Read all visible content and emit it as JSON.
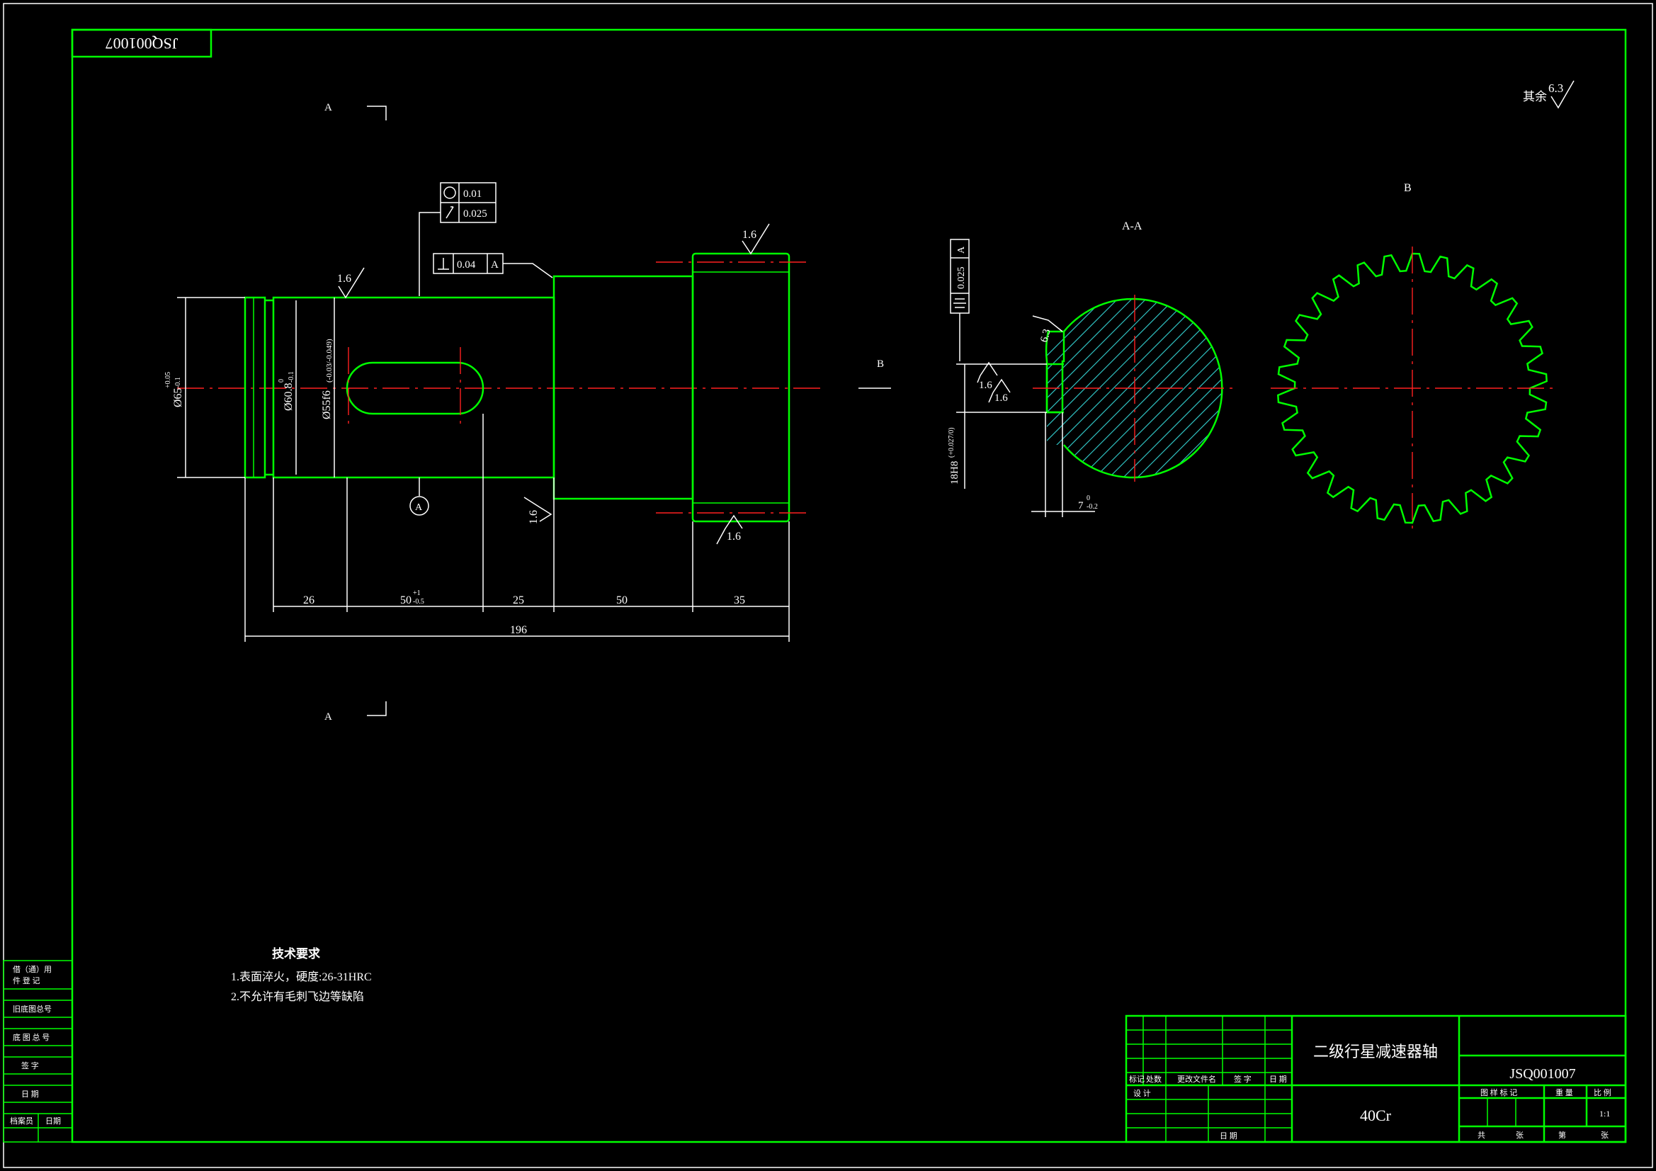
{
  "drawing": {
    "code_mirror": "JSQ001007",
    "section_a_label": "A",
    "section_b_label": "B",
    "view_aa_title": "A-A",
    "view_b_title": "B",
    "roughness_rest_label": "其余",
    "roughness_rest_value": "6.3"
  },
  "dimensions": {
    "phi65": "Ø65",
    "phi65_tol_up": "+0.05",
    "phi65_tol_low": "-0.1",
    "phi608": "Ø60.8",
    "phi608_tol_up": "0",
    "phi608_tol_low": "-0.1",
    "phi55": "Ø55f6",
    "phi55_tol": "(-0.03/-0.049)",
    "len_26": "26",
    "len_50a": "50",
    "len_50a_tol_up": "+1",
    "len_50a_tol_low": "-0.5",
    "len_25": "25",
    "len_50b": "50",
    "len_35": "35",
    "len_total": "196",
    "key_depth": "18H8",
    "key_depth_tol": "(+0.027/0)",
    "key_width": "7",
    "key_width_tol_up": "0",
    "key_width_tol_low": "-0.2"
  },
  "tolerances": {
    "roundness_value": "0.01",
    "runout_value": "0.025",
    "perpendicularity_value": "0.04",
    "perpendicularity_datum": "A",
    "symmetry_value": "0.025",
    "symmetry_datum": "A",
    "datum_label": "A"
  },
  "roughness": {
    "r1": "1.6",
    "r2": "1.6",
    "r3": "1.6",
    "r4": "1.6",
    "r5": "1.6",
    "r6": "1.6",
    "r7": "6.3"
  },
  "notes": {
    "title": "技术要求",
    "line1": "1.表面淬火，硬度:26-31HRC",
    "line2": "2.不允许有毛刺飞边等缺陷"
  },
  "title_block": {
    "part_name": "二级行星减速器轴",
    "drawing_no": "JSQ001007",
    "material": "40Cr",
    "h_mark": "标记",
    "h_count": "处数",
    "h_doc": "更改文件名",
    "h_sign": "签 字",
    "h_date": "日 期",
    "design": "设 计",
    "date2": "日 期",
    "stage": "图 样 标 记",
    "weight": "重 量",
    "scale_label": "比 例",
    "scale": "1:1",
    "total": "共",
    "sheets": "张",
    "sheet_no": "第",
    "sheet_unit": "张"
  },
  "side_block": {
    "c1": "借（通）用",
    "c1b": "件 登 记",
    "c2": "旧底图总号",
    "c3": "底 图 总 号",
    "c4": "签 字",
    "c5": "日 期",
    "c6a": "档案员",
    "c6b": "日期"
  },
  "colors": {
    "frame": "#00ff00",
    "dims": "#ffffff",
    "centerline": "#ff2020",
    "hatch": "#30c0c0",
    "background": "#000000"
  },
  "chart_data": {
    "type": "table",
    "spline_teeth": 30
  }
}
